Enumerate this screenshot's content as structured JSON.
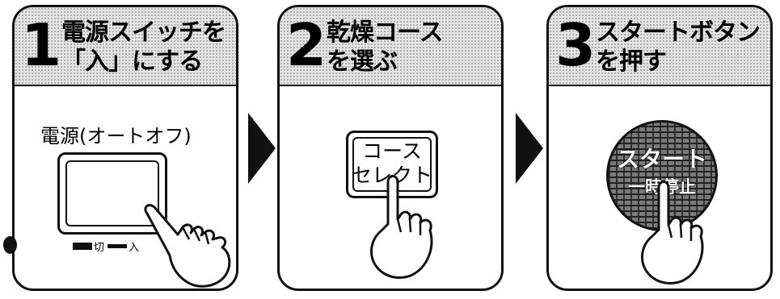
{
  "steps": [
    {
      "number": "1",
      "title_line1": "電源スイッチを",
      "title_line2": "「入」にする",
      "switch_caption": "電源(オートオフ)",
      "legend_off": "切",
      "legend_on": "入"
    },
    {
      "number": "2",
      "title_line1": "乾燥コース",
      "title_line2": "を選ぶ",
      "button_line1": "コース",
      "button_line2": "セレクト"
    },
    {
      "number": "3",
      "title_line1": "スタートボタン",
      "title_line2": "を押す",
      "button_line1": "スタート",
      "button_line2": "一時停止"
    }
  ],
  "icons": [
    "pointing-hand-icon",
    "arrow-right-icon"
  ],
  "colors": {
    "ink": "#111111",
    "header_screen": "#e4e4e4",
    "background": "#ffffff"
  }
}
